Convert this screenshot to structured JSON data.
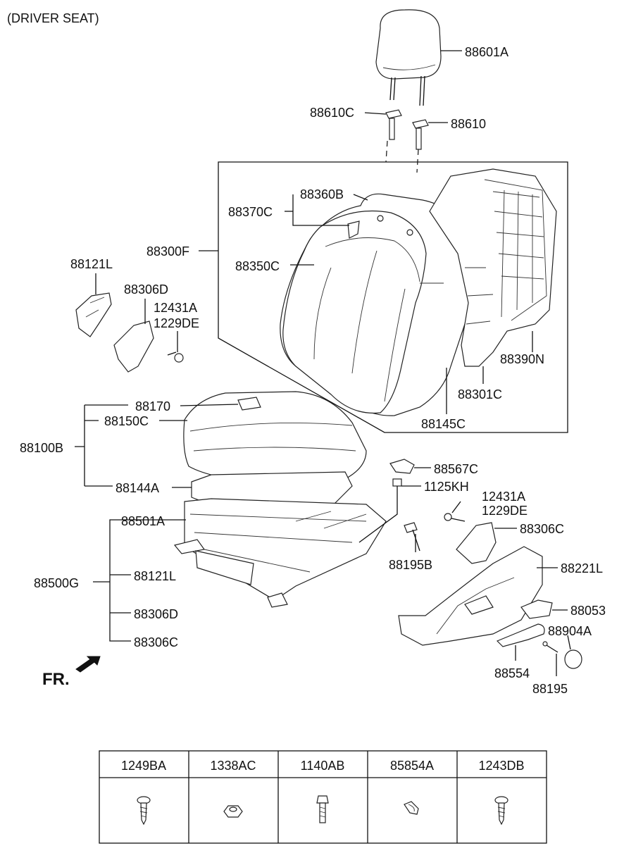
{
  "title": "(DRIVER SEAT)",
  "direction_label": "FR.",
  "labels": {
    "p88601A": "88601A",
    "p88610C": "88610C",
    "p88610": "88610",
    "p88360B": "88360B",
    "p88370C": "88370C",
    "p88300F": "88300F",
    "p88350C": "88350C",
    "p88390N": "88390N",
    "p88301C": "88301C",
    "p88145C": "88145C",
    "p88121L_top": "88121L",
    "p88306D_top": "88306D",
    "p12431A_left": "12431A",
    "p1229DE_left": "1229DE",
    "p88170": "88170",
    "p88150C": "88150C",
    "p88100B": "88100B",
    "p88144A": "88144A",
    "p88567C": "88567C",
    "p1125KH": "1125KH",
    "p12431A_right": "12431A",
    "p1229DE_right": "1229DE",
    "p88306C_right": "88306C",
    "p88195B": "88195B",
    "p88221L": "88221L",
    "p88053": "88053",
    "p88904A": "88904A",
    "p88554": "88554",
    "p88195": "88195",
    "p88501A": "88501A",
    "p88500G": "88500G",
    "p88121L_bottom": "88121L",
    "p88306D_bottom": "88306D",
    "p88306C_bottom": "88306C"
  },
  "fastener_table": {
    "headers": [
      "1249BA",
      "1338AC",
      "1140AB",
      "85854A",
      "1243DB"
    ]
  }
}
